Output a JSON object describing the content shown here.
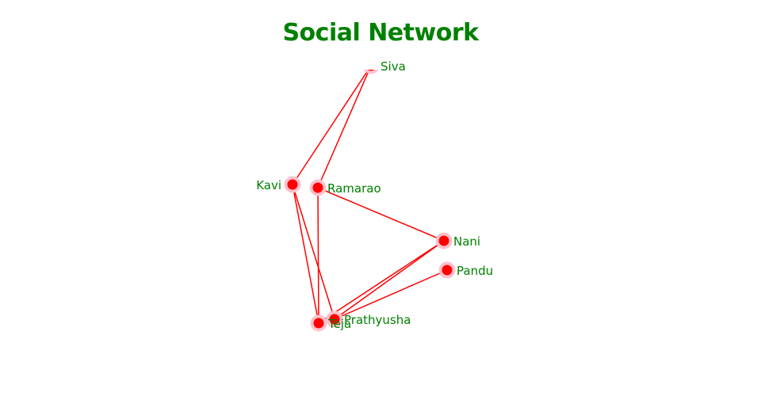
{
  "title": "Social Network",
  "colors": {
    "title": "#008000",
    "edge": "#ff0000",
    "node": "#ff0000",
    "node_outline": "#ffc0cb",
    "label": "#008000"
  },
  "nodes": [
    {
      "id": "Siva",
      "label": "Siva"
    },
    {
      "id": "Kavi",
      "label": "Kavi"
    },
    {
      "id": "Ramarao",
      "label": "Ramarao"
    },
    {
      "id": "Nani",
      "label": "Nani"
    },
    {
      "id": "Pandu",
      "label": "Pandu"
    },
    {
      "id": "Prathyusha",
      "label": "Prathyusha"
    },
    {
      "id": "Teja",
      "label": "Teja"
    }
  ],
  "edges": [
    [
      "Siva",
      "Kavi"
    ],
    [
      "Siva",
      "Ramarao"
    ],
    [
      "Kavi",
      "Teja"
    ],
    [
      "Kavi",
      "Prathyusha"
    ],
    [
      "Ramarao",
      "Teja"
    ],
    [
      "Ramarao",
      "Nani"
    ],
    [
      "Nani",
      "Teja"
    ],
    [
      "Nani",
      "Prathyusha"
    ],
    [
      "Pandu",
      "Prathyusha"
    ]
  ]
}
